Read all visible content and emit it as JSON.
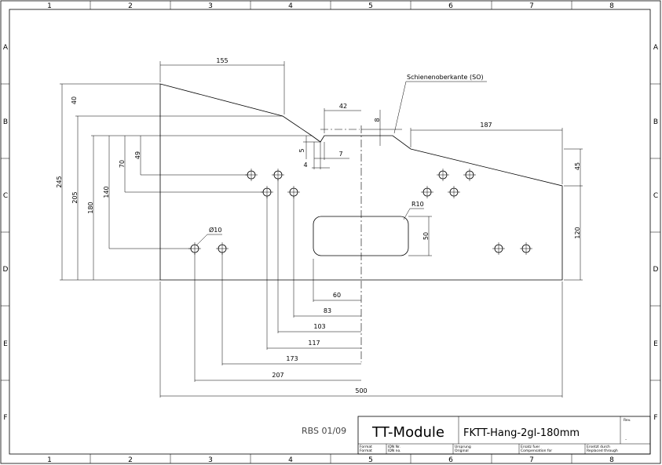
{
  "grid": {
    "columns": [
      "1",
      "2",
      "3",
      "4",
      "5",
      "6",
      "7",
      "8"
    ],
    "rows": [
      "A",
      "B",
      "C",
      "D",
      "E",
      "F"
    ]
  },
  "annotations": {
    "rail_top_label": "Schienenoberkante (SO)",
    "hole_diameter": "Ø10",
    "slot_radius": "R10"
  },
  "dimensions": {
    "top_155": "155",
    "width_42": "42",
    "height_8": "8",
    "width_187": "187",
    "height_5": "5",
    "width_7": "7",
    "width_4": "4",
    "height_45": "45",
    "height_40": "40",
    "height_49": "49",
    "height_70": "70",
    "height_140": "140",
    "height_180": "180",
    "height_205": "205",
    "height_245": "245",
    "height_120": "120",
    "slot_50": "50",
    "dist_60": "60",
    "dist_83": "83",
    "dist_103": "103",
    "dist_117": "117",
    "dist_173": "173",
    "dist_207": "207",
    "total_500": "500"
  },
  "title_block": {
    "drawing_code": "RBS 01/09",
    "brand": "TT-Module",
    "drawing_name": "FKTT-Hang-2gl-180mm",
    "rev_label": "Rev.",
    "rev_value": "–",
    "format_label": "Format",
    "format_label_en": "Format",
    "idn_label": "IDN Nr.",
    "idn_label_en": "IDN no.",
    "original_label": "Ursprung",
    "original_label_en": "Original",
    "replaces_label": "Ersatz fuer",
    "replaces_label_en": "Compensation for",
    "replaced_by_label": "Ersetzt durch",
    "replaced_by_label_en": "Replaced through"
  }
}
